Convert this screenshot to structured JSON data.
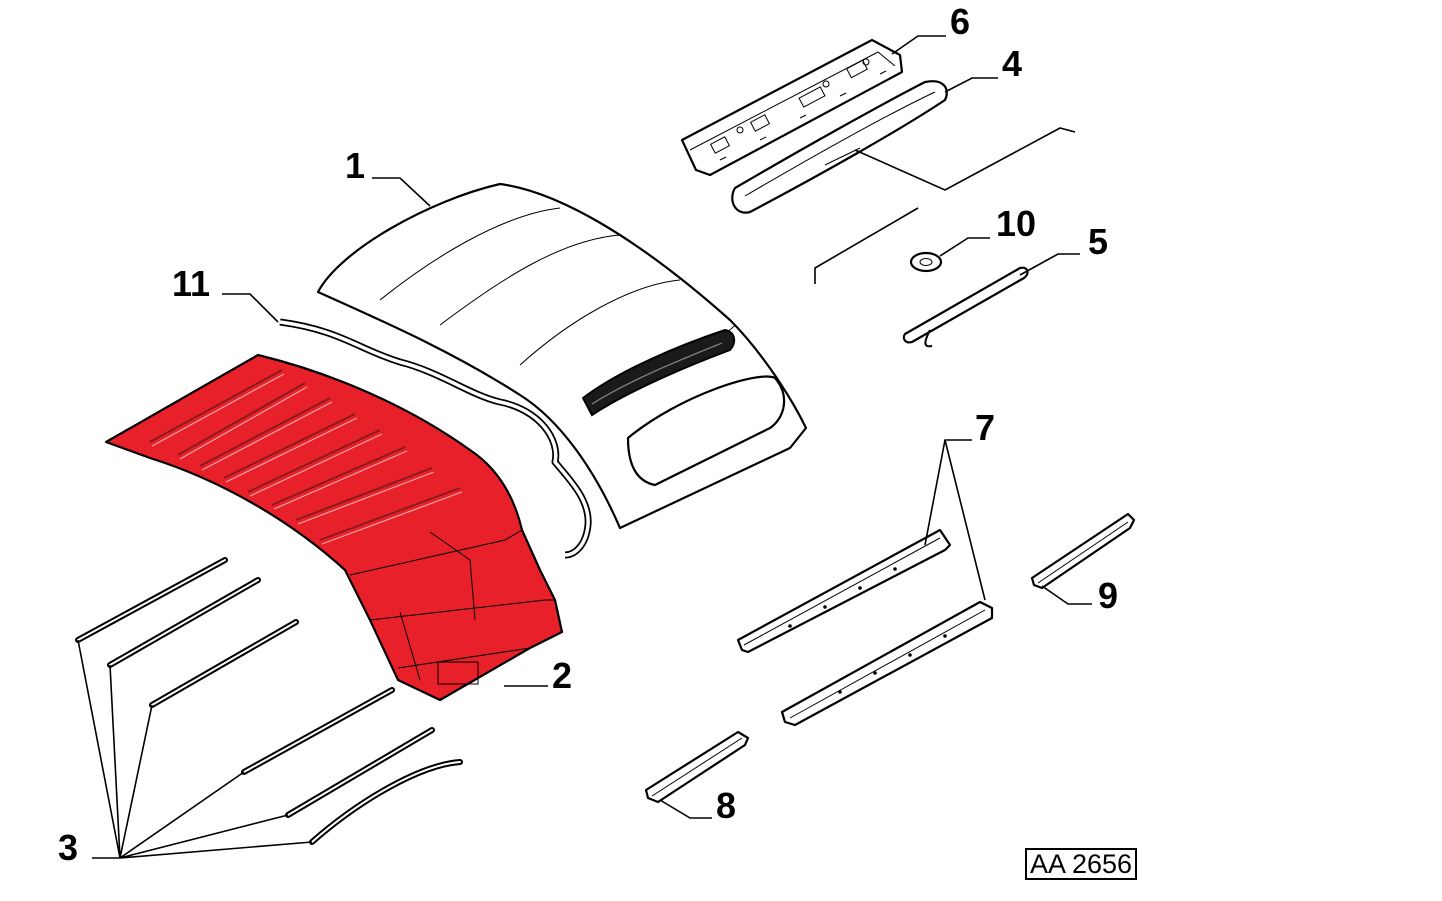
{
  "diagram": {
    "reference_code": "AA 2656",
    "highlight_color": "#e8202a",
    "callouts": [
      {
        "id": "c1",
        "label": "1"
      },
      {
        "id": "c2",
        "label": "2"
      },
      {
        "id": "c3",
        "label": "3"
      },
      {
        "id": "c4",
        "label": "4"
      },
      {
        "id": "c5",
        "label": "5"
      },
      {
        "id": "c6",
        "label": "6"
      },
      {
        "id": "c7",
        "label": "7"
      },
      {
        "id": "c8",
        "label": "8"
      },
      {
        "id": "c9",
        "label": "9"
      },
      {
        "id": "c10",
        "label": "10"
      },
      {
        "id": "c11",
        "label": "11"
      }
    ]
  }
}
